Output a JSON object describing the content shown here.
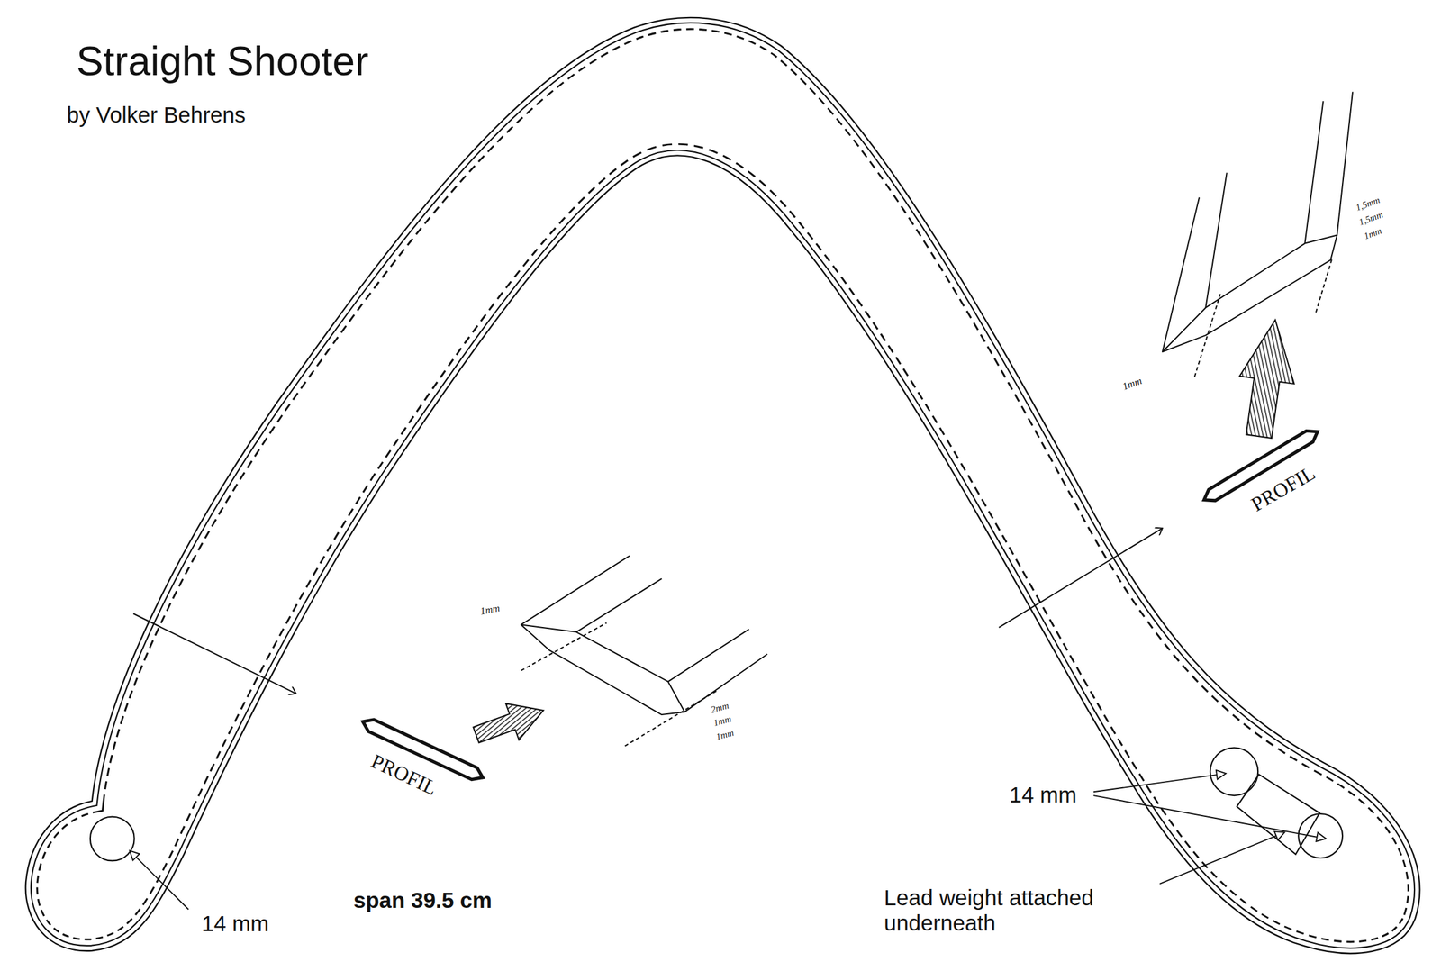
{
  "diagram": {
    "title": "Straight Shooter",
    "labels": [
      "by Volker Behrens",
      "1mm",
      "2mm",
      "1mm",
      "1mm",
      "PROFIL",
      "1,5mm",
      "1,5mm",
      "1mm",
      "1mm",
      "PROFIL",
      "14 mm",
      "14 mm",
      "span 39.5 cm",
      "Lead weight attached underneath"
    ]
  }
}
